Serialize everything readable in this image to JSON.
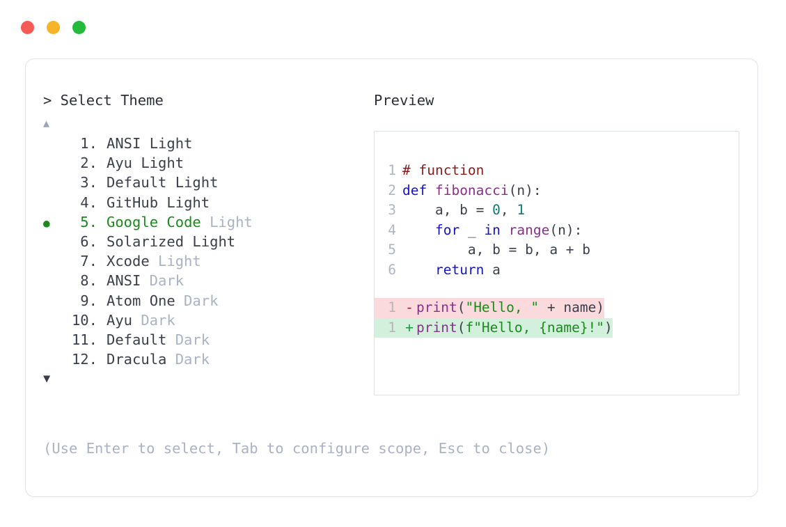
{
  "window": {
    "traffic_lights": [
      {
        "name": "close",
        "color": "#f45b54"
      },
      {
        "name": "minimize",
        "color": "#f6b426"
      },
      {
        "name": "maximize",
        "color": "#22bb3b"
      }
    ]
  },
  "prompt": {
    "label": "> Select Theme",
    "scroll_up_glyph": "▲",
    "scroll_down_glyph": "▼",
    "bullet_glyph": "●"
  },
  "themes": [
    {
      "index": " 1.",
      "name": "ANSI Light",
      "badge": "",
      "selected": false,
      "badge_muted": false
    },
    {
      "index": " 2.",
      "name": "Ayu Light",
      "badge": "",
      "selected": false,
      "badge_muted": false
    },
    {
      "index": " 3.",
      "name": "Default Light",
      "badge": "",
      "selected": false,
      "badge_muted": false
    },
    {
      "index": " 4.",
      "name": "GitHub Light",
      "badge": "",
      "selected": false,
      "badge_muted": false
    },
    {
      "index": " 5.",
      "name": "Google Code",
      "badge": "Light",
      "selected": true,
      "badge_muted": true
    },
    {
      "index": " 6.",
      "name": "Solarized Light",
      "badge": "",
      "selected": false,
      "badge_muted": false
    },
    {
      "index": " 7.",
      "name": "Xcode",
      "badge": "Light",
      "selected": false,
      "badge_muted": true
    },
    {
      "index": " 8.",
      "name": "ANSI",
      "badge": "Dark",
      "selected": false,
      "badge_muted": true
    },
    {
      "index": " 9.",
      "name": "Atom One",
      "badge": "Dark",
      "selected": false,
      "badge_muted": true
    },
    {
      "index": "10.",
      "name": "Ayu",
      "badge": "Dark",
      "selected": false,
      "badge_muted": true
    },
    {
      "index": "11.",
      "name": "Default",
      "badge": "Dark",
      "selected": false,
      "badge_muted": true
    },
    {
      "index": "12.",
      "name": "Dracula",
      "badge": "Dark",
      "selected": false,
      "badge_muted": true
    }
  ],
  "hint": "(Use Enter to select, Tab to configure scope, Esc to close)",
  "preview": {
    "label": "Preview",
    "code_lines": [
      {
        "num": "1",
        "tokens": [
          {
            "t": "# function",
            "c": "t-comment"
          }
        ]
      },
      {
        "num": "2",
        "tokens": [
          {
            "t": "def ",
            "c": "t-kw"
          },
          {
            "t": "fibonacci",
            "c": "t-fn"
          },
          {
            "t": "(n):",
            "c": "t-punct"
          }
        ]
      },
      {
        "num": "3",
        "tokens": [
          {
            "t": "    a, b = ",
            "c": "t-plain"
          },
          {
            "t": "0",
            "c": "t-num"
          },
          {
            "t": ", ",
            "c": "t-plain"
          },
          {
            "t": "1",
            "c": "t-num"
          }
        ]
      },
      {
        "num": "4",
        "tokens": [
          {
            "t": "    ",
            "c": "t-plain"
          },
          {
            "t": "for",
            "c": "t-kw"
          },
          {
            "t": " _ ",
            "c": "t-plain"
          },
          {
            "t": "in",
            "c": "t-kw"
          },
          {
            "t": " ",
            "c": "t-plain"
          },
          {
            "t": "range",
            "c": "t-fn"
          },
          {
            "t": "(n):",
            "c": "t-punct"
          }
        ]
      },
      {
        "num": "5",
        "tokens": [
          {
            "t": "        a, b = b, a + b",
            "c": "t-plain"
          }
        ]
      },
      {
        "num": "6",
        "tokens": [
          {
            "t": "    ",
            "c": "t-plain"
          },
          {
            "t": "return",
            "c": "t-kw"
          },
          {
            "t": " a",
            "c": "t-plain"
          }
        ]
      }
    ],
    "diff_lines": [
      {
        "num": "1",
        "marker": "-",
        "kind": "del",
        "tokens": [
          {
            "t": "print",
            "c": "t-fn"
          },
          {
            "t": "(",
            "c": "t-punct"
          },
          {
            "t": "\"Hello, \"",
            "c": "t-str"
          },
          {
            "t": " + name)",
            "c": "t-plain"
          }
        ]
      },
      {
        "num": "1",
        "marker": "+",
        "kind": "add",
        "tokens": [
          {
            "t": "print",
            "c": "t-fn"
          },
          {
            "t": "(",
            "c": "t-punct"
          },
          {
            "t": "f\"Hello, {name}!\"",
            "c": "t-str"
          },
          {
            "t": ")",
            "c": "t-punct"
          }
        ]
      }
    ]
  },
  "colors": {
    "page_background": "#ffffff",
    "card_border": "#dfe2ea",
    "preview_border": "#dbe0ea",
    "text": "#3a3f4a",
    "muted": "#aab2c4",
    "accent_green": "#1a8a1a",
    "diff_removed_bg": "#fadadd",
    "diff_added_bg": "#d2f0dc"
  }
}
